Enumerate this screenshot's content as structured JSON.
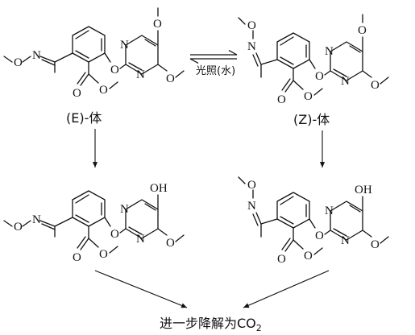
{
  "labels": {
    "e_isomer": "(E)-体",
    "z_isomer": "(Z)-体",
    "condition": "光照(水)",
    "final_text": "进一步降解为CO",
    "final_sub": "2"
  },
  "atoms": {
    "oxygen": "O",
    "nitrogen": "N",
    "hydroxyl": "OH"
  }
}
